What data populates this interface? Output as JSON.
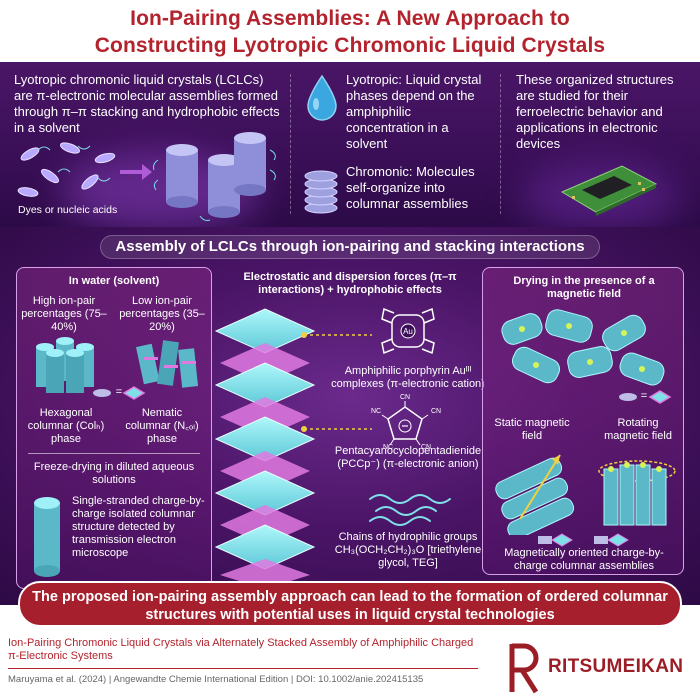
{
  "header": {
    "title_line1": "Ion-Pairing Assemblies: A New Approach to",
    "title_line2": "Constructing Lyotropic Chromonic Liquid Crystals"
  },
  "top": {
    "col1_text": "Lyotropic chromonic liquid crystals (LCLCs) are π-electronic molecular assemblies formed through π–π stacking and hydrophobic effects in a solvent",
    "col1_caption": "Dyes or nucleic acids",
    "col2_lyotropic": "Lyotropic: Liquid crystal phases depend on the amphiphilic concentration in a solvent",
    "col2_chromonic": "Chromonic: Molecules self-organize into columnar assemblies",
    "col3_text": "These organized structures are studied for their ferroelectric behavior and applications in electronic devices"
  },
  "middle": {
    "heading": "Assembly of LCLCs through ion-pairing and stacking interactions",
    "left": {
      "title": "In water (solvent)",
      "high_label": "High ion-pair percentages (75–40%)",
      "low_label": "Low ion-pair percentages (35–20%)",
      "hex_label": "Hexagonal columnar (Colₕ) phase",
      "nem_label": "Nematic columnar (N꜀ₒₗ) phase",
      "freeze": "Freeze-drying in diluted aqueous solutions",
      "single": "Single-stranded charge-by-charge isolated columnar structure detected by transmission electron microscope",
      "eq": "="
    },
    "center": {
      "title": "Electrostatic and dispersion forces (π–π interactions) + hydrophobic effects",
      "porphyrin": "Amphiphilic porphyrin Auᴵᴵᴵ complexes (π-electronic cation)",
      "pccp": "Pentacyanocyclopentadienide (PCCp⁻) (π-electronic anion)",
      "chains": "Chains of hydrophilic groups CH₃(OCH₂CH₂)₃O [triethylene glycol, TEG]",
      "au": "Au",
      "cn": "CN",
      "nc": "NC"
    },
    "right": {
      "title": "Drying in the presence of a magnetic field",
      "static": "Static magnetic field",
      "rotating": "Rotating magnetic field",
      "oriented": "Magnetically oriented charge-by-charge columnar assemblies",
      "eq": "="
    }
  },
  "conclusion": "The proposed ion-pairing assembly approach can lead to the formation of ordered columnar structures with potential uses in liquid crystal technologies",
  "footer": {
    "ref_title": "Ion-Pairing Chromonic Liquid Crystals via Alternately Stacked Assembly of Amphiphilic Charged π-Electronic Systems",
    "citation": "Maruyama et al. (2024) | Angewandte Chemie International Edition | DOI: 10.1002/anie.202415135",
    "logo_text": "RITSUMEIKAN"
  },
  "colors": {
    "title_red": "#b3232d",
    "panel_purple": "#3b0f58",
    "banner_red": "#a51f2c",
    "disc_cyan": "#7fe0e8",
    "disc_pink": "#e079e0"
  },
  "icons": [
    "droplet-icon",
    "disc-stack-icon",
    "circuit-board-icon",
    "arrow-right-icon",
    "porphyrin-structure-icon",
    "pccp-structure-icon",
    "teg-chain-icon",
    "magnet-arrow-icon"
  ]
}
